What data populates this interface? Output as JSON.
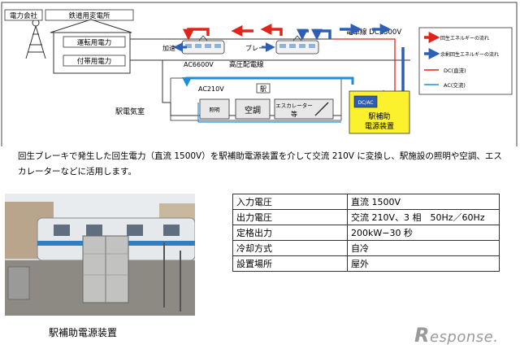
{
  "diagram": {
    "power_company": "電力会社",
    "railway_substation": "鉄道用変電所",
    "traction_power": "運転用電力",
    "auxiliary_power": "付帯用電力",
    "acceleration": "加速",
    "brake": "ブレーキ",
    "overhead_line": "電車線 DC1500V",
    "ac6600": "AC6600V",
    "hv_line": "高圧配電線",
    "ac210": "AC210V",
    "station_sign": "駅",
    "station_room": "駅電気室",
    "lighting_box": "照明",
    "aircon": "空調",
    "escalator_line1": "エスカレーター",
    "escalator_line2": "等",
    "inverter_symbol": "DC/AC",
    "aux_device_line1": "駅補助",
    "aux_device_line2": "電源装置"
  },
  "legend": {
    "regen_flow": "回生エネルギーの流れ",
    "surplus_regen_flow": "余剰回生エネルギーの流れ",
    "dc_label": "DC(直流)",
    "ac_label": "AC(交流)"
  },
  "colors": {
    "regen": "#e0241b",
    "surplus": "#2f5fb4",
    "ac_line": "#1d8fd8",
    "device_fill": "#fbf12c"
  },
  "caption": "回生ブレーキで発生した回生電力（直流 1500V）を駅補助電源装置を介して交流 210V に変換し、駅施設の照明や空調、エスカレーターなどに活用します。",
  "spec_table": {
    "rows": [
      {
        "key": "入力電圧",
        "value": "直流 1500V"
      },
      {
        "key": "出力電圧",
        "value": "交流 210V、3 相　50Hz／60Hz"
      },
      {
        "key": "定格出力",
        "value": "200kW−30 秒"
      },
      {
        "key": "冷却方式",
        "value": "自冷"
      },
      {
        "key": "設置場所",
        "value": "屋外"
      }
    ]
  },
  "photo": {
    "label": "駅補助電源装置"
  },
  "watermark": {
    "r": "R",
    "rest": "esponse."
  }
}
